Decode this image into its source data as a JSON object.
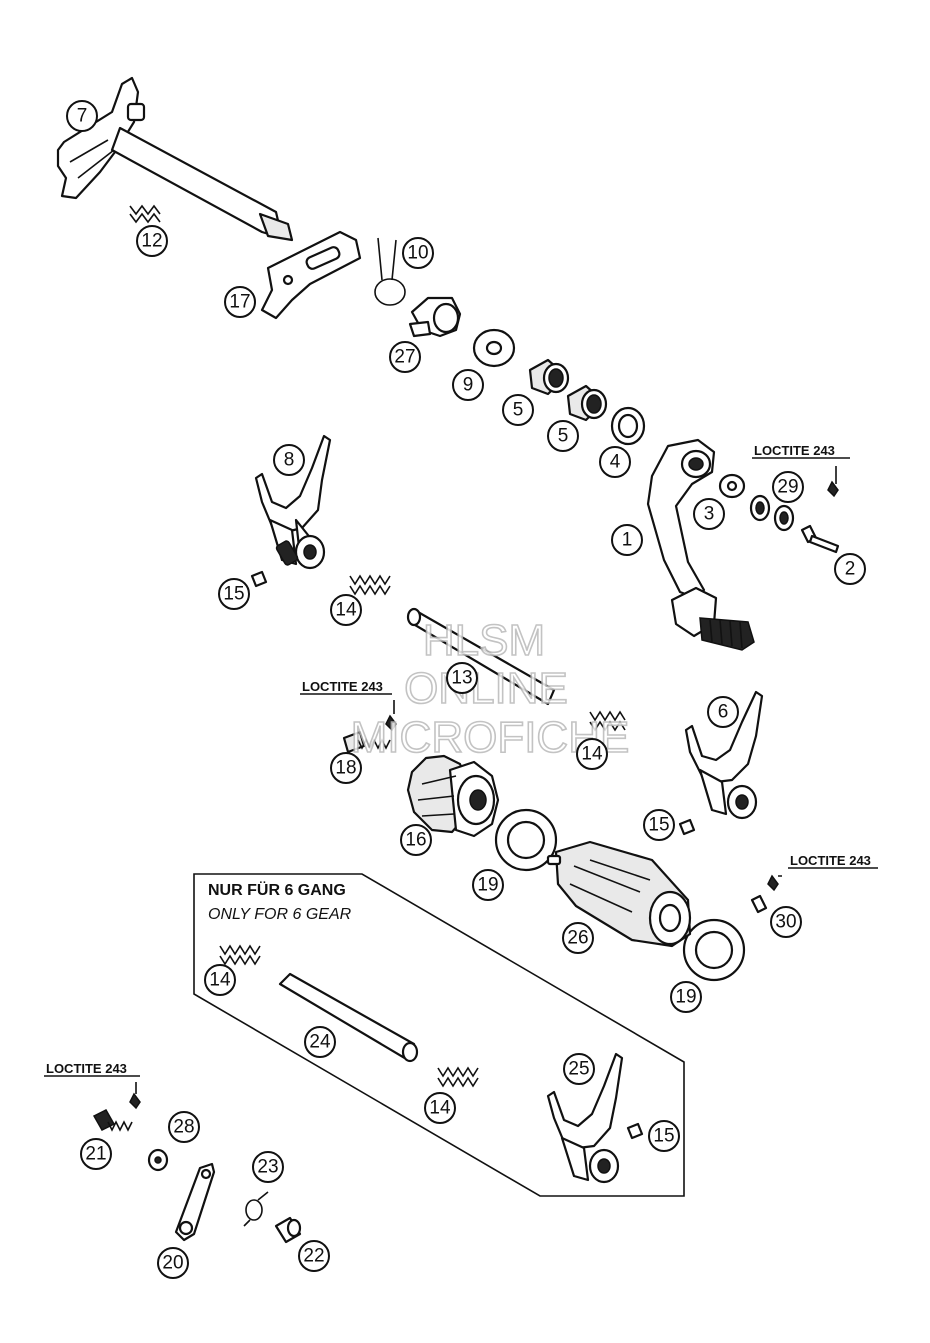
{
  "diagram": {
    "part_numbers": [
      "1",
      "2",
      "3",
      "4",
      "5",
      "5",
      "6",
      "7",
      "8",
      "9",
      "10",
      "12",
      "13",
      "14",
      "14",
      "14",
      "14",
      "15",
      "15",
      "15",
      "16",
      "17",
      "18",
      "19",
      "19",
      "20",
      "21",
      "22",
      "23",
      "24",
      "25",
      "26",
      "27",
      "28",
      "29",
      "30"
    ],
    "loctite_notes": [
      "LOCTITE 243",
      "LOCTITE 243",
      "LOCTITE 243",
      "LOCTITE 243"
    ],
    "variant_box": {
      "title": "NUR FÜR 6 GANG",
      "subtitle": "ONLY FOR 6 GEAR"
    },
    "watermark": [
      "HLSM",
      "ONLINE",
      "MICROFICHE"
    ],
    "colors": {
      "line": "#111111",
      "background": "#ffffff",
      "watermark": "#b9b9b9"
    }
  }
}
